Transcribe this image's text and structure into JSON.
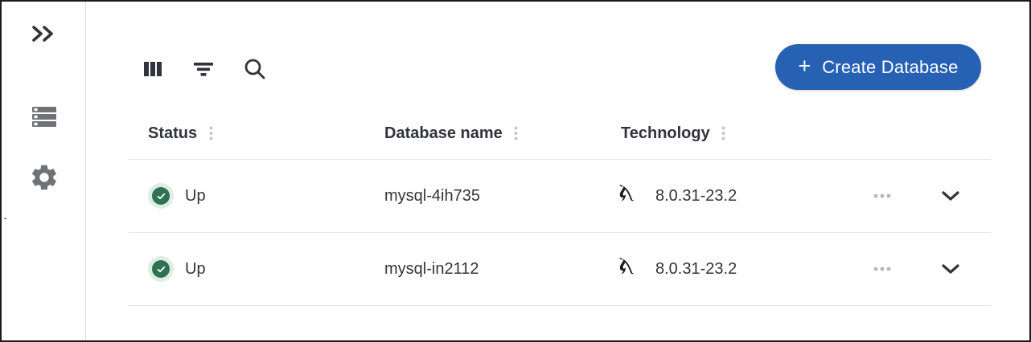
{
  "sidebar": {
    "collapse_toggle": {
      "icon": "chevrons-right-icon",
      "title": "Expand navigation"
    },
    "items": [
      {
        "icon": "database-stack-icon",
        "name": "databases"
      },
      {
        "icon": "gear-icon",
        "name": "settings"
      }
    ]
  },
  "toolbar": {
    "columns": {
      "icon": "columns-icon",
      "title": "Columns"
    },
    "filter": {
      "icon": "filter-icon",
      "title": "Filter"
    },
    "search": {
      "icon": "search-icon",
      "title": "Search"
    },
    "create_button": {
      "label": "Create Database",
      "plus": "+",
      "color": "#2761b3"
    }
  },
  "table": {
    "columns": [
      {
        "label": "Status",
        "menu_icon": "dots-vertical-icon"
      },
      {
        "label": "Database name",
        "menu_icon": "dots-vertical-icon"
      },
      {
        "label": "Technology",
        "menu_icon": "dots-vertical-icon"
      }
    ],
    "rows": [
      {
        "status": {
          "label": "Up",
          "icon": "check-circle-icon",
          "color": "#2f7254",
          "ring_color": "#dfeee5"
        },
        "database_name": "mysql-4ih735",
        "technology": {
          "icon": "mysql-dolphin-icon",
          "version": "8.0.31-23.2"
        },
        "actions_icon": "dots-horizontal-icon",
        "expand_icon": "chevron-down-icon"
      },
      {
        "status": {
          "label": "Up",
          "icon": "check-circle-icon",
          "color": "#2f7254",
          "ring_color": "#dfeee5"
        },
        "database_name": "mysql-in2112",
        "technology": {
          "icon": "mysql-dolphin-icon",
          "version": "8.0.31-23.2"
        },
        "actions_icon": "dots-horizontal-icon",
        "expand_icon": "chevron-down-icon"
      }
    ]
  }
}
